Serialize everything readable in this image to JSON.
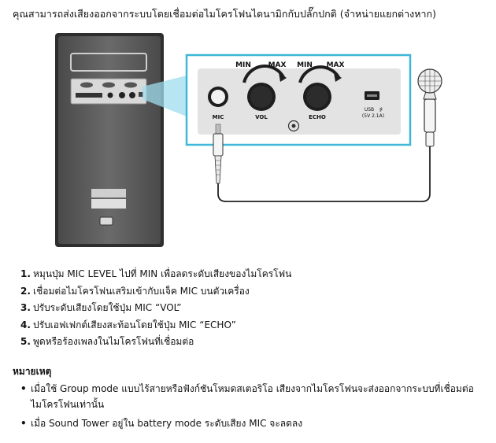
{
  "intro": "คุณสามารถส่งเสียงออกจากระบบโดยเชื่อมต่อไมโครโฟนไดนามิกกับปลั๊กปกติ (จำหน่ายแยกต่างหาก)",
  "panel": {
    "vol_min": "MIN",
    "vol_max": "MAX",
    "echo_min": "MIN",
    "echo_max": "MAX",
    "mic_label": "MIC",
    "vol_label": "VOL",
    "echo_label": "ECHO",
    "usb_label": "USB",
    "usb_spec": "(5V 2.1A)"
  },
  "steps": [
    {
      "num": "1.",
      "text": "หมุนปุ่ม MIC LEVEL ไปที่ MIN เพื่อลดระดับเสียงของไมโครโฟน"
    },
    {
      "num": "2.",
      "text": "เชื่อมต่อไมโครโฟนเสริมเข้ากับแจ็ค MIC บนตัวเครื่อง"
    },
    {
      "num": "3.",
      "text": "ปรับระดับเสียงโดยใช้ปุ่ม MIC “VOL”"
    },
    {
      "num": "4.",
      "text": "ปรับเอฟเฟกต์เสียงสะท้อนโดยใช้ปุ่ม MIC “ECHO”"
    },
    {
      "num": "5.",
      "text": "พูดหรือร้องเพลงในไมโครโฟนที่เชื่อมต่อ"
    }
  ],
  "note_title": "หมายเหตุ",
  "notes": [
    "เมื่อใช้ Group mode แบบไร้สายหรือฟังก์ชันโหมดสเตอริโอ เสียงจากไมโครโฟนจะส่งออกจากระบบที่เชื่อมต่อไมโครโฟนเท่านั้น",
    "เมื่อ Sound Tower อยู่ใน battery mode ระดับเสียง MIC จะลดลง"
  ],
  "colors": {
    "callout_border": "#3fb7d6",
    "speaker_body": "#5b5b5b",
    "speaker_panel": "#d9d9d9",
    "knob": "#1e1e1e"
  }
}
